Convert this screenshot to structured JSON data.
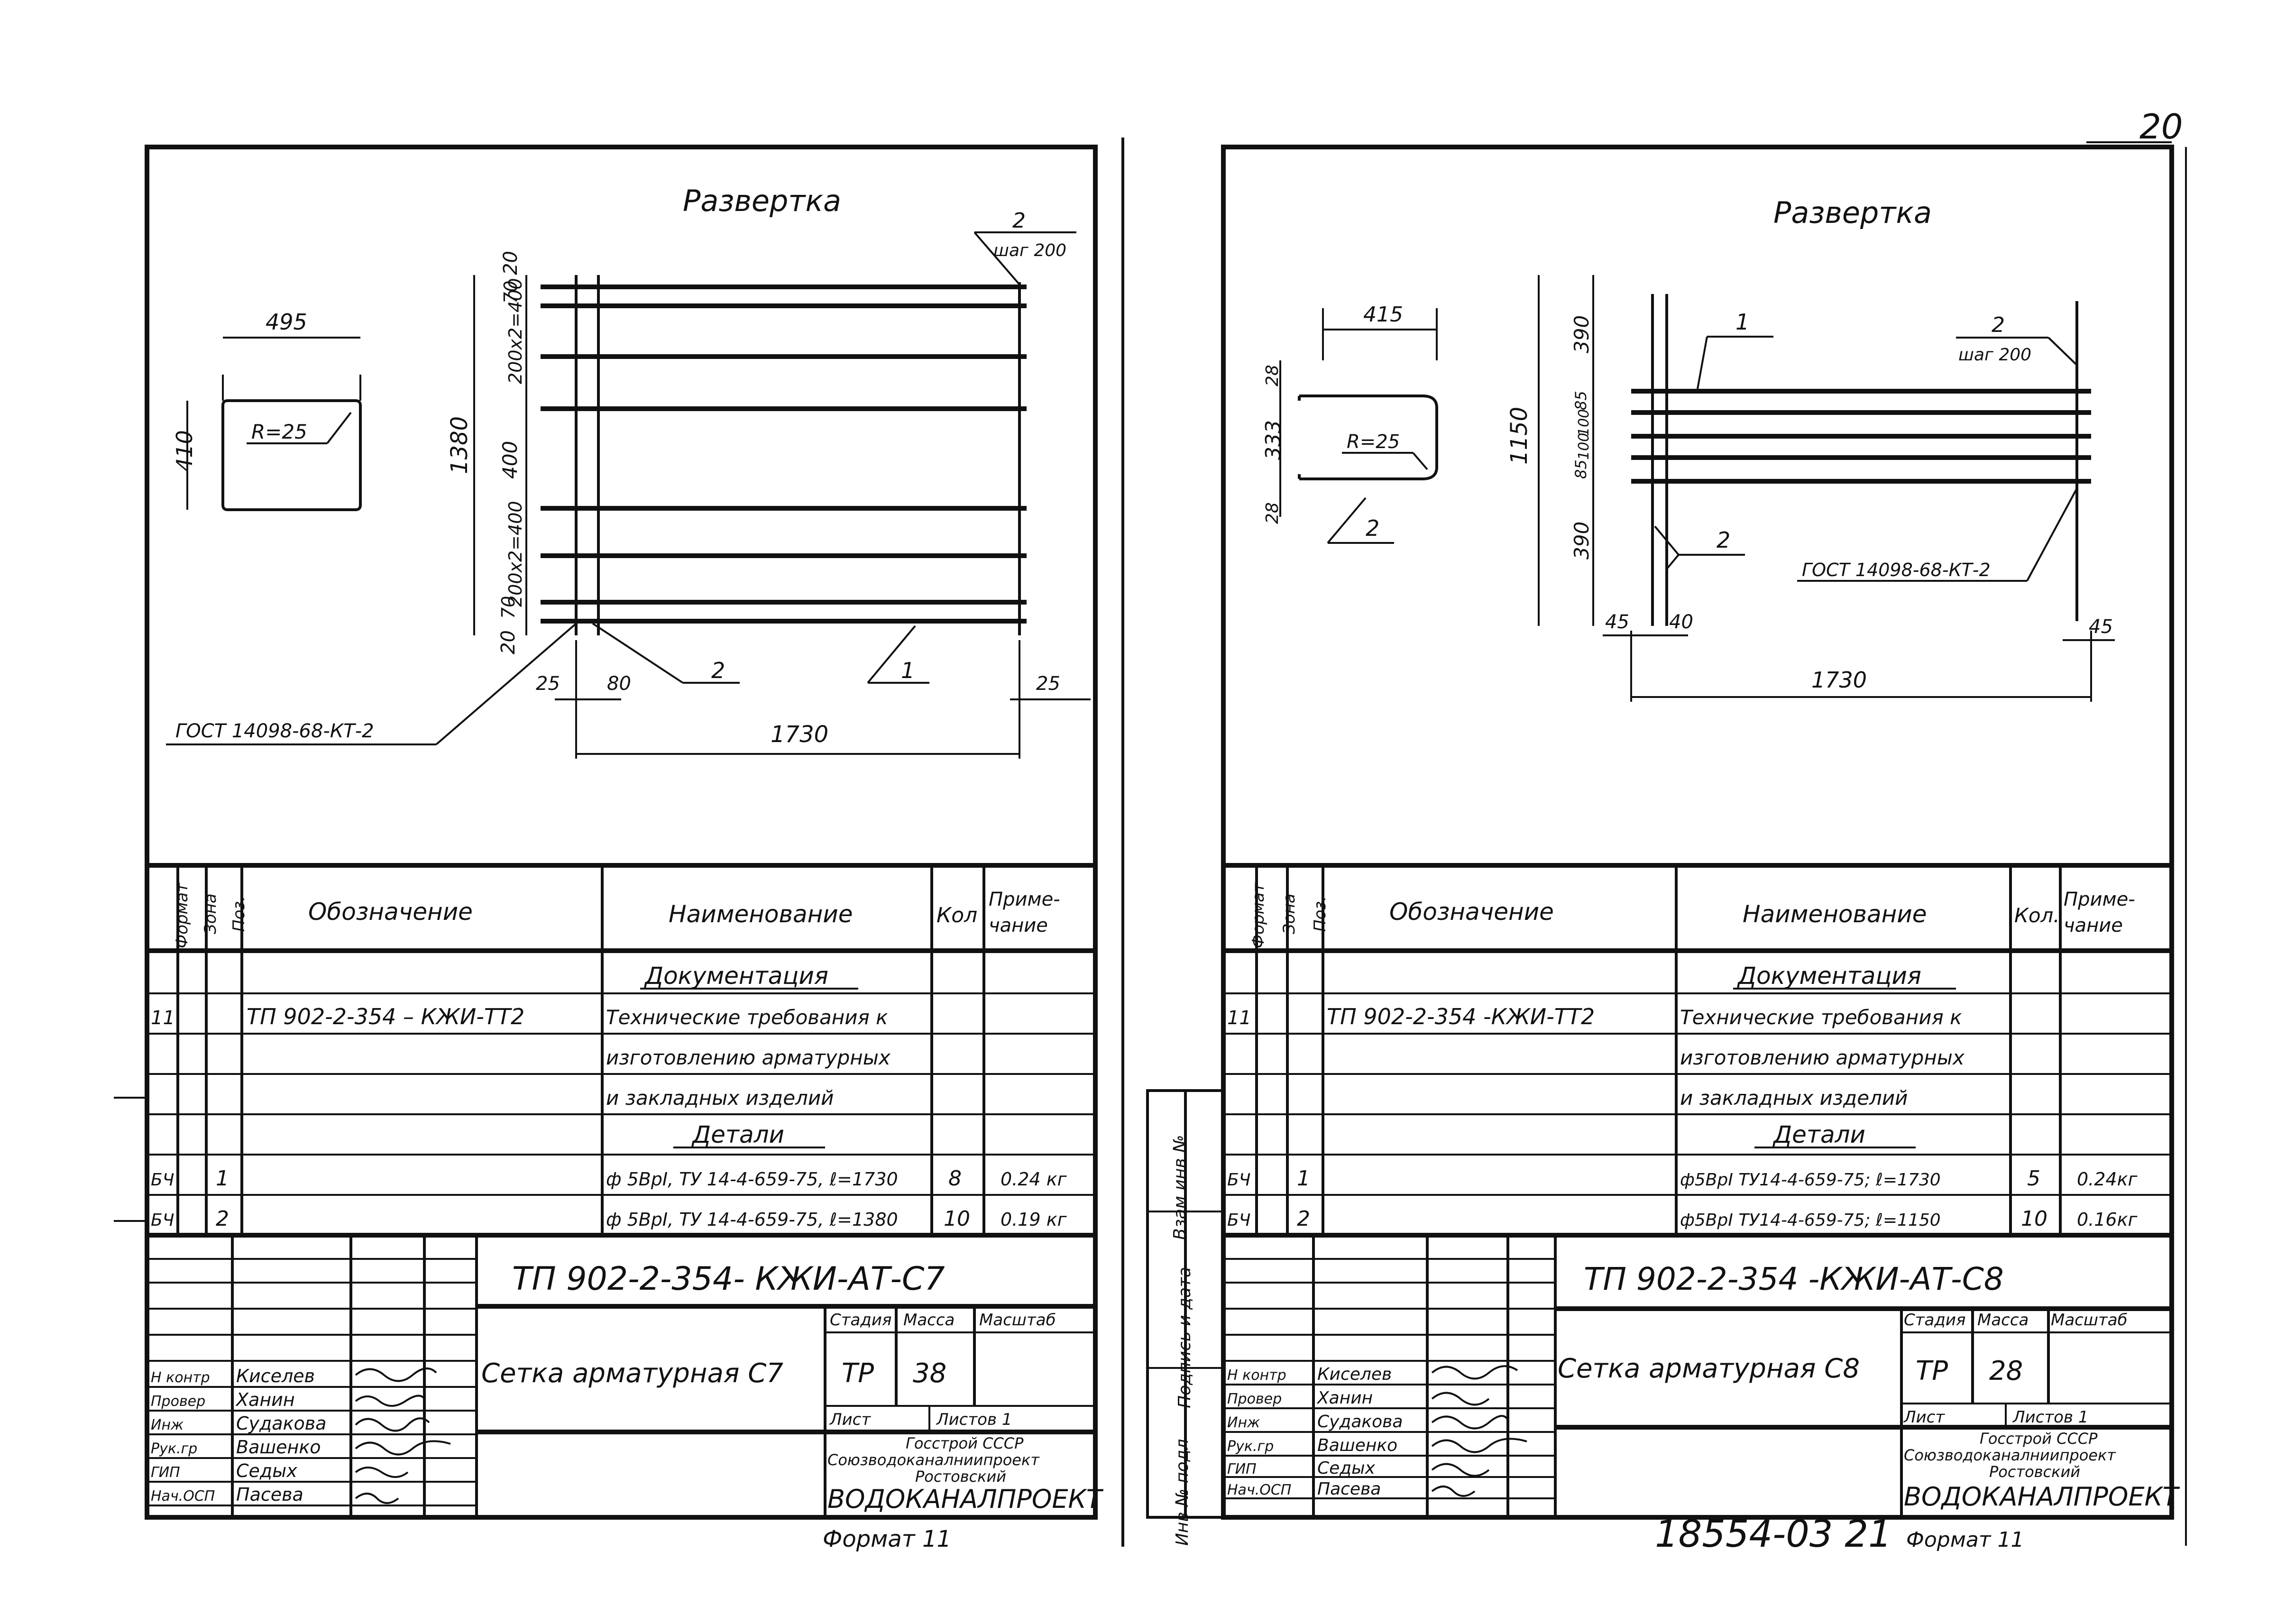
{
  "page_number": "20",
  "archive_number": "18554-03 21",
  "format_label": "Формат 11",
  "sheets": [
    {
      "id": "c7",
      "drawing_title": "Развертка",
      "dims": {
        "width": "495",
        "height": "410",
        "radius": "R=25",
        "top_gap": "20",
        "gap_small": "70",
        "span_top": "200х2=400",
        "span_mid": "400",
        "span_bottom": "200х2=400",
        "bottom_gap": "20",
        "total_height": "1380",
        "left_offset": "25",
        "first_bar": "80",
        "right_offset": "25",
        "total_length": "1730"
      },
      "pos_labels": {
        "bar1": "1",
        "bar2": "2",
        "step": "шаг 200"
      },
      "gost": "ГОСТ 14098-68-КТ-2",
      "spec": {
        "headers": {
          "format": "Формат",
          "zone": "Зона",
          "pos": "Поз.",
          "designation": "Обозначение",
          "name": "Наименование",
          "qty": "Кол",
          "note": "Приме-\nчание"
        },
        "section_docs": "Документация",
        "doc_format": "11",
        "doc_designation": "ТП 902-2-354 – КЖИ-ТТ2",
        "doc_name_1": "Технические требования к",
        "doc_name_2": "изготовлению арматурных",
        "doc_name_3": "и закладных изделий",
        "section_parts": "Детали",
        "rows": [
          {
            "format": "БЧ",
            "pos": "1",
            "name": "ф 5ВрI, ТУ 14-4-659-75, ℓ=1730",
            "qty": "8",
            "note": "0.24 кг"
          },
          {
            "format": "БЧ",
            "pos": "2",
            "name": "ф 5ВрI, ТУ 14-4-659-75, ℓ=1380",
            "qty": "10",
            "note": "0.19 кг"
          }
        ]
      },
      "title_block": {
        "code": "ТП 902-2-354-  КЖИ-АТ-С7",
        "name": "Сетка арматурная С7",
        "stage_label": "Стадия",
        "mass_label": "Масса",
        "scale_label": "Масштаб",
        "stage": "ТР",
        "mass": "38",
        "sheet_label": "Лист",
        "sheets_label": "Листов 1",
        "org1": "Госстрой СССР",
        "org2": "Союзводоканалниипроект",
        "org3": "Ростовский",
        "org4": "ВОДОКАНАЛПРОЕКТ",
        "signers": [
          {
            "role": "Н контр",
            "name": "Киселев"
          },
          {
            "role": "Провер",
            "name": "Ханин"
          },
          {
            "role": "Инж",
            "name": "Судакова"
          },
          {
            "role": "Рук.гр",
            "name": "Вашенко"
          },
          {
            "role": "ГИП",
            "name": "Седых"
          },
          {
            "role": "Нач.ОСП",
            "name": "Пасева"
          }
        ]
      }
    },
    {
      "id": "c8",
      "drawing_title": "Развертка",
      "dims": {
        "width": "415",
        "top_leg": "28",
        "height": "333",
        "bottom_leg": "28",
        "radius": "R=25",
        "top_gap": "390",
        "bars_a": "85",
        "bars_b": "100",
        "bars_c": "100",
        "bars_d": "85",
        "bottom_gap": "390",
        "total_height": "1150",
        "left_offset": "45",
        "first_bar": "40",
        "right_offset": "45",
        "total_length": "1730"
      },
      "pos_labels": {
        "bar1": "1",
        "bar2": "2",
        "step": "шаг 200"
      },
      "gost": "ГОСТ 14098-68-КТ-2",
      "side_labels": [
        "Инв № подл",
        "Подпись и дата",
        "Взам инв №"
      ],
      "spec": {
        "headers": {
          "format": "Формат",
          "zone": "Зона",
          "pos": "Поз.",
          "designation": "Обозначение",
          "name": "Наименование",
          "qty": "Кол.",
          "note": "Приме-\nчание"
        },
        "section_docs": "Документация",
        "doc_format": "11",
        "doc_designation": "ТП 902-2-354 -КЖИ-ТТ2",
        "doc_name_1": "Технические требования к",
        "doc_name_2": "изготовлению арматурных",
        "doc_name_3": "и закладных изделий",
        "section_parts": "Детали",
        "rows": [
          {
            "format": "БЧ",
            "pos": "1",
            "name": "ф5ВрI ТУ14-4-659-75; ℓ=1730",
            "qty": "5",
            "note": "0.24кг"
          },
          {
            "format": "БЧ",
            "pos": "2",
            "name": "ф5ВрI ТУ14-4-659-75; ℓ=1150",
            "qty": "10",
            "note": "0.16кг"
          }
        ]
      },
      "title_block": {
        "code": "ТП 902-2-354 -КЖИ-АТ-С8",
        "name": "Сетка арматурная С8",
        "stage_label": "Стадия",
        "mass_label": "Масса",
        "scale_label": "Масштаб",
        "stage": "ТР",
        "mass": "28",
        "sheet_label": "Лист",
        "sheets_label": "Листов 1",
        "org1": "Госстрой СССР",
        "org2": "Союзводоканалниипроект",
        "org3": "Ростовский",
        "org4": "ВОДОКАНАЛПРОЕКТ",
        "signers": [
          {
            "role": "Н контр",
            "name": "Киселев"
          },
          {
            "role": "Провер",
            "name": "Ханин"
          },
          {
            "role": "Инж",
            "name": "Судакова"
          },
          {
            "role": "Рук.гр",
            "name": "Вашенко"
          },
          {
            "role": "ГИП",
            "name": "Седых"
          },
          {
            "role": "Нач.ОСП",
            "name": "Пасева"
          }
        ]
      }
    }
  ]
}
